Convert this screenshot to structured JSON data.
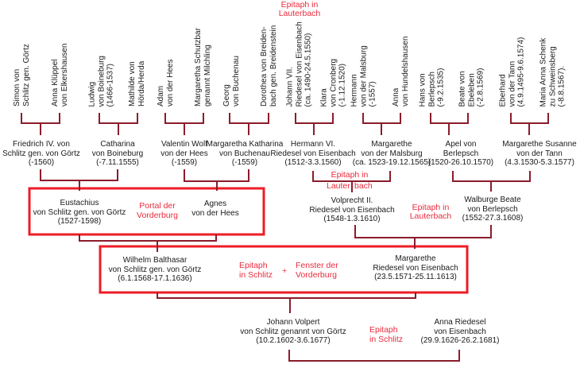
{
  "great_grandparents": [
    {
      "lines": [
        "Simon von",
        "Schlitz gen. Görtz"
      ]
    },
    {
      "lines": [
        "Anna Klüppel",
        "von Elkershausen"
      ]
    },
    {
      "lines": [
        "Ludwig",
        "von Boineburg",
        "(1466-1537)"
      ]
    },
    {
      "lines": [
        "Mathilde von",
        "Hörda/Herda"
      ]
    },
    {
      "lines": [
        "Adam",
        "von der Hees"
      ]
    },
    {
      "lines": [
        "Margaretha Schutzbar",
        "genannt Milchling"
      ]
    },
    {
      "lines": [
        "Georg",
        "von Buchenau"
      ]
    },
    {
      "lines": [
        "Dorothea von Breiden-",
        "bach gen. Breidenstein"
      ]
    },
    {
      "lines": [
        "Johann VII.",
        "Riedesel von Eisenbach",
        "(ca. 1490-24.5.1550)"
      ]
    },
    {
      "lines": [
        "Klara",
        "von Cronberg",
        "(-1.12.1520)"
      ]
    },
    {
      "lines": [
        "Hermann",
        "von der Malsburg",
        "(-1557)"
      ]
    },
    {
      "lines": [
        "Anna",
        "von Hundelshausen"
      ]
    },
    {
      "lines": [
        "Hans von",
        "Berlepsch",
        "(-9.2.1535)"
      ]
    },
    {
      "lines": [
        "Beate von",
        "Ebeleben",
        "(-2.8.1569)"
      ]
    },
    {
      "lines": [
        "Eberhard",
        "von der Tann",
        "(4.9.1495-9.6.1574)"
      ]
    },
    {
      "lines": [
        "Maria Anna Schenk",
        "zu Schweinsberg",
        "(-8.8.1567)."
      ]
    }
  ],
  "grandparents": [
    {
      "lines": [
        "Friedrich IV. von",
        "Schlitz gen. von Görtz",
        "(-1560)"
      ]
    },
    {
      "lines": [
        "Catharina",
        "von Boineburg",
        "(-7.11.1555)"
      ]
    },
    {
      "lines": [
        "Valentin Wolf",
        "von der Hees",
        "(-1559)"
      ]
    },
    {
      "lines": [
        "Margaretha Katharina",
        "von Buchenau",
        "(-1559)"
      ]
    },
    {
      "lines": [
        "Hermann VI.",
        "Riedesel von Eisenbach",
        "(1512-3.3.1560)"
      ]
    },
    {
      "lines": [
        "Margarethe",
        "von der Malsburg",
        "(ca. 1523-19.12.1565)"
      ]
    },
    {
      "lines": [
        "Apel von",
        "Berlepsch",
        "(1520-26.10.1570)"
      ]
    },
    {
      "lines": [
        "Margarethe Susanne",
        "von der Tann",
        "(4.3.1530-5.3.1577)"
      ]
    }
  ],
  "parents": [
    {
      "lines": [
        "Eustachius",
        "von Schlitz gen. von Görtz",
        "(1527-1598)"
      ]
    },
    {
      "lines": [
        "Agnes",
        "von der Hees"
      ]
    },
    {
      "lines": [
        "Volprecht II.",
        "Riedesel von Eisenbach",
        "(1548-1.3.1610)"
      ]
    },
    {
      "lines": [
        "Walburge Beate",
        "von Berlepsch",
        "(1552-27.3.1608)"
      ]
    }
  ],
  "couple": [
    {
      "lines": [
        "Wilhelm Balthasar",
        "von Schlitz gen. von Görtz",
        "(6.1.1568-17.1.1636)"
      ]
    },
    {
      "lines": [
        "Margarethe",
        "Riedesel von Eisenbach",
        "(23.5.1571-25.11.1613)"
      ]
    }
  ],
  "children": [
    {
      "lines": [
        "Johann Volpert",
        "von Schlitz genannt von Görtz",
        "(10.2.1602-3.6.1677)"
      ]
    },
    {
      "lines": [
        "Anna Riedesel",
        "von Eisenbach",
        "(29.9.1626-26.2.1681)"
      ]
    }
  ],
  "annotations": {
    "johann_vii_epitaph": [
      "Epitaph in",
      "Lauterbach"
    ],
    "hermann_vi_epitaph": {
      "line1": "Epitaph in",
      "line2_left": "Lauter",
      "line2_right": "bach"
    },
    "eustachius_portal": [
      "Portal der",
      "Vorderburg"
    ],
    "volprecht_epitaph": [
      "Epitaph in",
      "Lauterbach"
    ],
    "wilhelm_epitaph": [
      "Epitaph",
      "in Schlitz"
    ],
    "plus": "+",
    "wilhelm_window": [
      "Fenster der",
      "Vorderburg"
    ],
    "johann_volpert_epitaph": [
      "Epitaph",
      "in Schlitz"
    ]
  },
  "colors": {
    "connector": "#8b1c2b",
    "highlight_box": "#ee1c25",
    "annotation_text": "#ea2a3c",
    "text": "#1a1a1a"
  }
}
